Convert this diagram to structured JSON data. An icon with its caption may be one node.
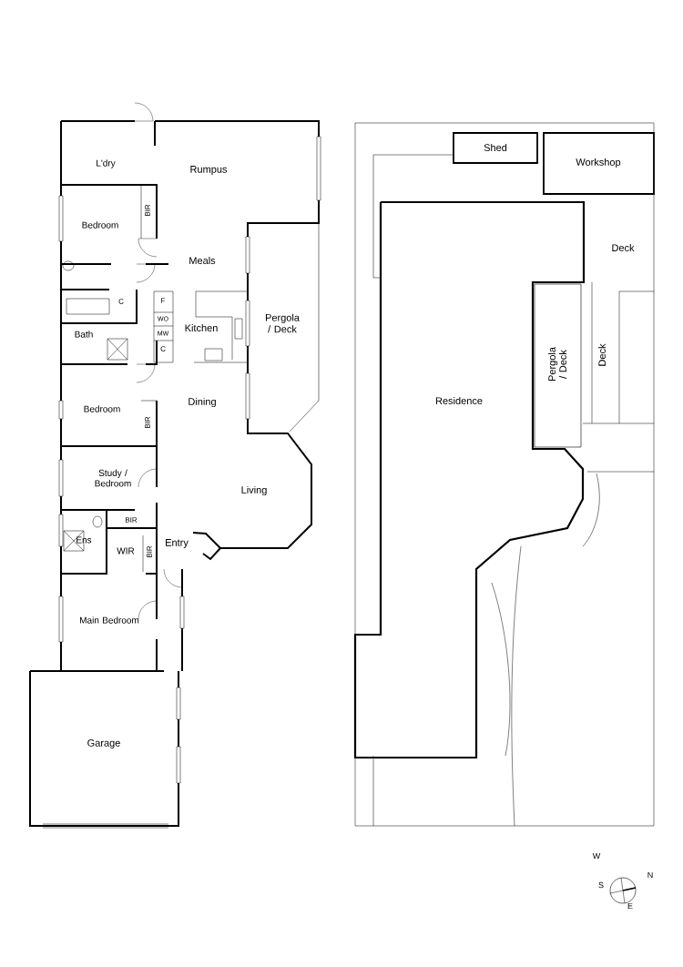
{
  "diagram": {
    "nodes": [
      {
        "text": [
          "Shed"
        ]
      },
      {
        "text": [
          "Workshop"
        ]
      },
      {
        "text": [
          "Residence"
        ]
      },
      {
        "text": [
          "Pergola / Deck"
        ]
      }
    ],
    "labels": [
      "L'dry",
      "Rumpus",
      "Bedroom",
      "BIR",
      "Meals",
      "C",
      "F",
      "WO",
      "MW",
      "Kitchen",
      "Pergola / Deck",
      "Bath",
      "C",
      "Bedroom",
      "BIR",
      "Dining",
      "Study / Bedroom",
      "Living",
      "BIR",
      "Ens",
      "WIR",
      "BIR",
      "Entry",
      "Main Bedroom",
      "Garage",
      "Deck",
      "Deck",
      "W",
      "S",
      "N",
      "E"
    ]
  }
}
